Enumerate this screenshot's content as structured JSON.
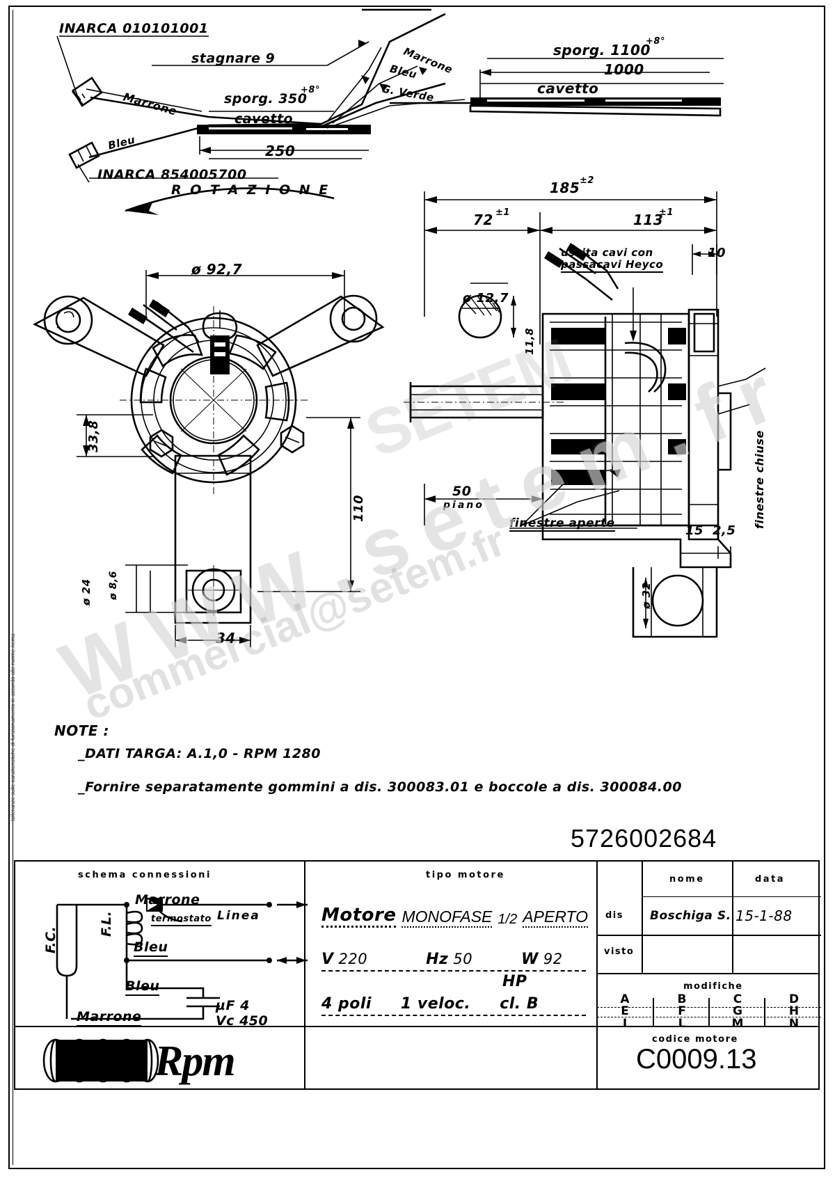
{
  "drawing": {
    "number": "5726002684",
    "motor_code": "C0009.13",
    "margin_note": "tolleranze sulle caratteristiche di funzionamento in accordo alle norme nema"
  },
  "watermark": {
    "line1": "W W W . s e t e m . f r",
    "line2": "SETEM",
    "line3": "commercial@setem.fr"
  },
  "cable_diagram": {
    "left_connector_label": "INARCA 010101001",
    "bottom_connector_label": "INARCA 854005700",
    "solder_note": "stagnare 9",
    "left_wire_brown": "Marrone",
    "left_wire_blue": "Bleu",
    "left_sporg": "sporg. 350",
    "left_sporg_tol": "+8°",
    "left_cavetto": "cavetto",
    "left_dim": "250",
    "right_wire_brown": "Marrone",
    "right_wire_blue": "Bleu",
    "right_wire_green": "G. Verde",
    "right_sporg": "sporg. 1100",
    "right_sporg_tol": "+8°",
    "right_dim": "1000",
    "right_cavetto": "cavetto"
  },
  "front_view": {
    "rotation_label": "R O T A Z I O N E",
    "diameter_bolt_circle": "ø 92,7",
    "dim_height_small": "33,8",
    "dim_height_large": "110",
    "dim_foot_width": "34",
    "dim_bore_outer": "ø 24",
    "dim_bore_inner": "ø 8,6"
  },
  "side_view": {
    "dim_total": "185",
    "dim_total_tol": "±2",
    "dim_left": "72",
    "dim_left_tol": "±1",
    "dim_right": "113",
    "dim_right_tol": "±1",
    "dim_shaft_dia": "ø 12,7",
    "dim_shaft_flat": "11,8",
    "dim_plane": "50",
    "dim_plane_label": "piano",
    "dim_right_edge": "10",
    "dim_bracket_a": "15",
    "dim_bracket_b": "2,5",
    "dim_mount_dia": "ø 32",
    "note_cable_exit": "uscita cavi con\npassacavi Heyco",
    "note_windows_closed": "finestre chiuse",
    "note_windows_open": "finestre aperte"
  },
  "notes": {
    "title": "NOTE :",
    "line1": "_DATI TARGA:  A.1,0   - RPM 1280",
    "line2": "_Fornire  separatamente  gommini a dis. 300083.01   e boccole a dis. 300084.00"
  },
  "title_block": {
    "schema_header": "schema   connessioni",
    "schema_labels": {
      "fc_left": "F.C.",
      "fl": "F.L.",
      "marrone_top": "Marrone",
      "termostato": "termostato",
      "linea": "Linea",
      "bleu_top": "Bleu",
      "bleu_bottom": "Bleu",
      "marrone_bottom": "Marrone",
      "cap_uf": "µF 4",
      "cap_vc": "Vc 450"
    },
    "tipo_motore_header": "tipo  motore",
    "motore_label": "Motore",
    "motore_type": "MONOFASE",
    "motore_fraction": "1/2",
    "motore_aperto": "APERTO",
    "v_label": "V",
    "v_value": "220",
    "hz_label": "Hz",
    "hz_value": "50",
    "w_label": "W",
    "w_value": "92",
    "hp_label": "HP",
    "hp_value": "",
    "poles_label": "4  poli",
    "speeds_label": "1   veloc.",
    "class_label": "cl. B",
    "nome_header": "nome",
    "data_header": "data",
    "dis_label": "dis",
    "visto_label": "visto",
    "dis_nome": "Boschiga S.",
    "dis_data": "15-1-88",
    "visto_nome": "",
    "visto_data": "",
    "modifiche_header": "modifiche",
    "mod_columns": [
      [
        "A",
        "E",
        "I"
      ],
      [
        "B",
        "F",
        "L"
      ],
      [
        "C",
        "G",
        "M"
      ],
      [
        "D",
        "H",
        "N"
      ]
    ],
    "mod_values": [
      [
        "",
        "",
        ""
      ],
      [
        "",
        "",
        ""
      ],
      [
        "",
        "",
        ""
      ],
      [
        "",
        "",
        ""
      ]
    ],
    "logo_text": "Rpm",
    "codice_motore_header": "codice  motore"
  }
}
